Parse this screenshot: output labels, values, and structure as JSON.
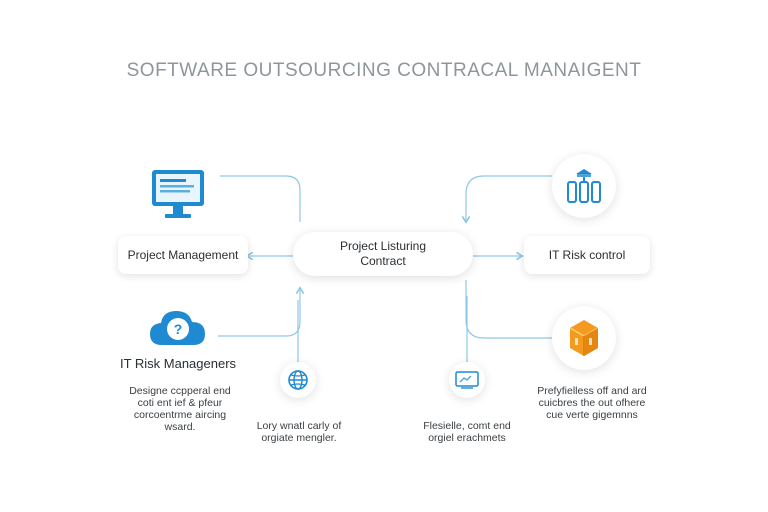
{
  "title": "SOFTWARE OUTSOURCING CONTRACAL MANAIGENT",
  "center": {
    "line1": "Project Listuring",
    "line2": "Contract"
  },
  "left_box": "Project Management",
  "right_box": "IT Risk control",
  "left_heading": "IT Risk Manageners",
  "left_caption": [
    "Designe ccpperal end",
    "coti ent ief & pfeur",
    "corcoentrme aircing",
    "wsard."
  ],
  "mid_left_caption": [
    "Lory wnatl carly of",
    "orgiate mengler."
  ],
  "mid_right_caption": [
    "Flesielle, comt end",
    "orgiel erachmets"
  ],
  "right_caption": [
    "Prefyfielless off and ard",
    "cuicbres the out ofhere",
    "cue verte gigemnns"
  ],
  "colors": {
    "accent": "#4fa6d6",
    "line": "#8fc7e6",
    "orange": "#f39a1f",
    "monitor": "#1f8ad2"
  },
  "icons": {
    "top_left": "monitor-icon",
    "top_right": "server-tower-icon",
    "bottom_left": "cloud-question-icon",
    "bottom_right": "box-3d-icon",
    "mid_left": "globe-icon",
    "mid_right": "screen-chart-icon"
  }
}
